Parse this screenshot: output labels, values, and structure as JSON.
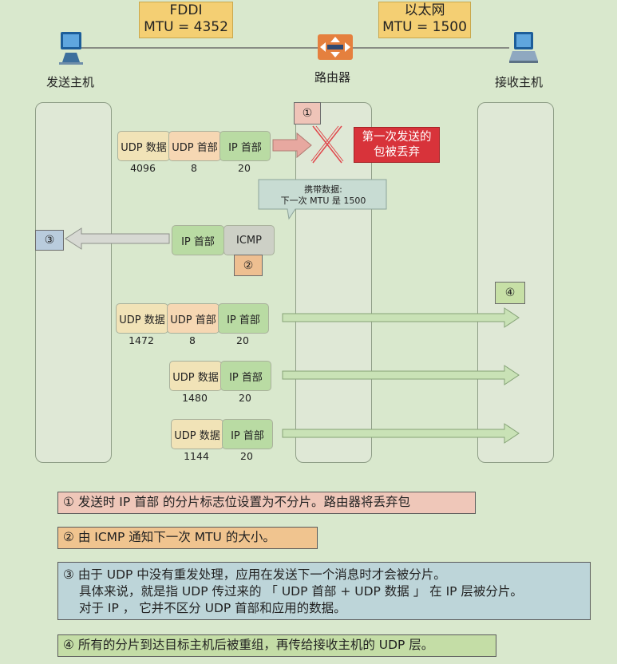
{
  "networks": {
    "fddi": {
      "name": "FDDI",
      "mtu": "MTU = 4352"
    },
    "ethernet": {
      "name": "以太网",
      "mtu": "MTU = 1500"
    }
  },
  "hosts": {
    "sender": "发送主机",
    "router": "路由器",
    "receiver": "接收主机"
  },
  "step_markers": {
    "s1": "①",
    "s2": "②",
    "s3": "③",
    "s4": "④"
  },
  "drop_label": {
    "line1": "第一次发送的",
    "line2": "包被丢弃"
  },
  "carry_note": {
    "line1": "携带数据:",
    "line2": "下一次 MTU 是 1500"
  },
  "packets": {
    "first": {
      "udp_data": "UDP 数据",
      "udp_header": "UDP 首部",
      "ip_header": "IP 首部",
      "n_data": "4096",
      "n_udp": "8",
      "n_ip": "20"
    },
    "icmp": {
      "ip_header": "IP 首部",
      "icmp": "ICMP"
    },
    "frag1": {
      "udp_data": "UDP 数据",
      "udp_header": "UDP 首部",
      "ip_header": "IP 首部",
      "n_data": "1472",
      "n_udp": "8",
      "n_ip": "20"
    },
    "frag2": {
      "udp_data": "UDP 数据",
      "ip_header": "IP 首部",
      "n_data": "1480",
      "n_ip": "20"
    },
    "frag3": {
      "udp_data": "UDP 数据",
      "ip_header": "IP 首部",
      "n_data": "1144",
      "n_ip": "20"
    }
  },
  "notes": {
    "n1": "① 发送时 IP 首部 的分片标志位设置为不分片。路由器将丢弃包",
    "n2": "② 由 ICMP 通知下一次 MTU 的大小。",
    "n3_l1": "③ 由于 UDP 中没有重发处理，应用在发送下一个消息时才会被分片。",
    "n3_l2": "具体来说，就是指 UDP 传过来的 「 UDP 首部 + UDP 数据 」 在 IP 层被分片。",
    "n3_l3": "对于 IP ， 它并不区分 UDP 首部和应用的数据。",
    "n4": "④ 所有的分片到达目标主机后被重组，再传给接收主机的 UDP 层。"
  },
  "colors": {
    "background": "#d9e8cd",
    "ip_header": "#b9dba3",
    "udp_data": "#f1e3b7",
    "udp_header": "#f6d7b3",
    "drop_label": "#d8333a",
    "network_box": "#f4cf73"
  },
  "icons": {
    "sender": "computer-monitor-icon",
    "router": "router-icon",
    "receiver": "laptop-icon",
    "drop": "cross-mark-icon"
  }
}
